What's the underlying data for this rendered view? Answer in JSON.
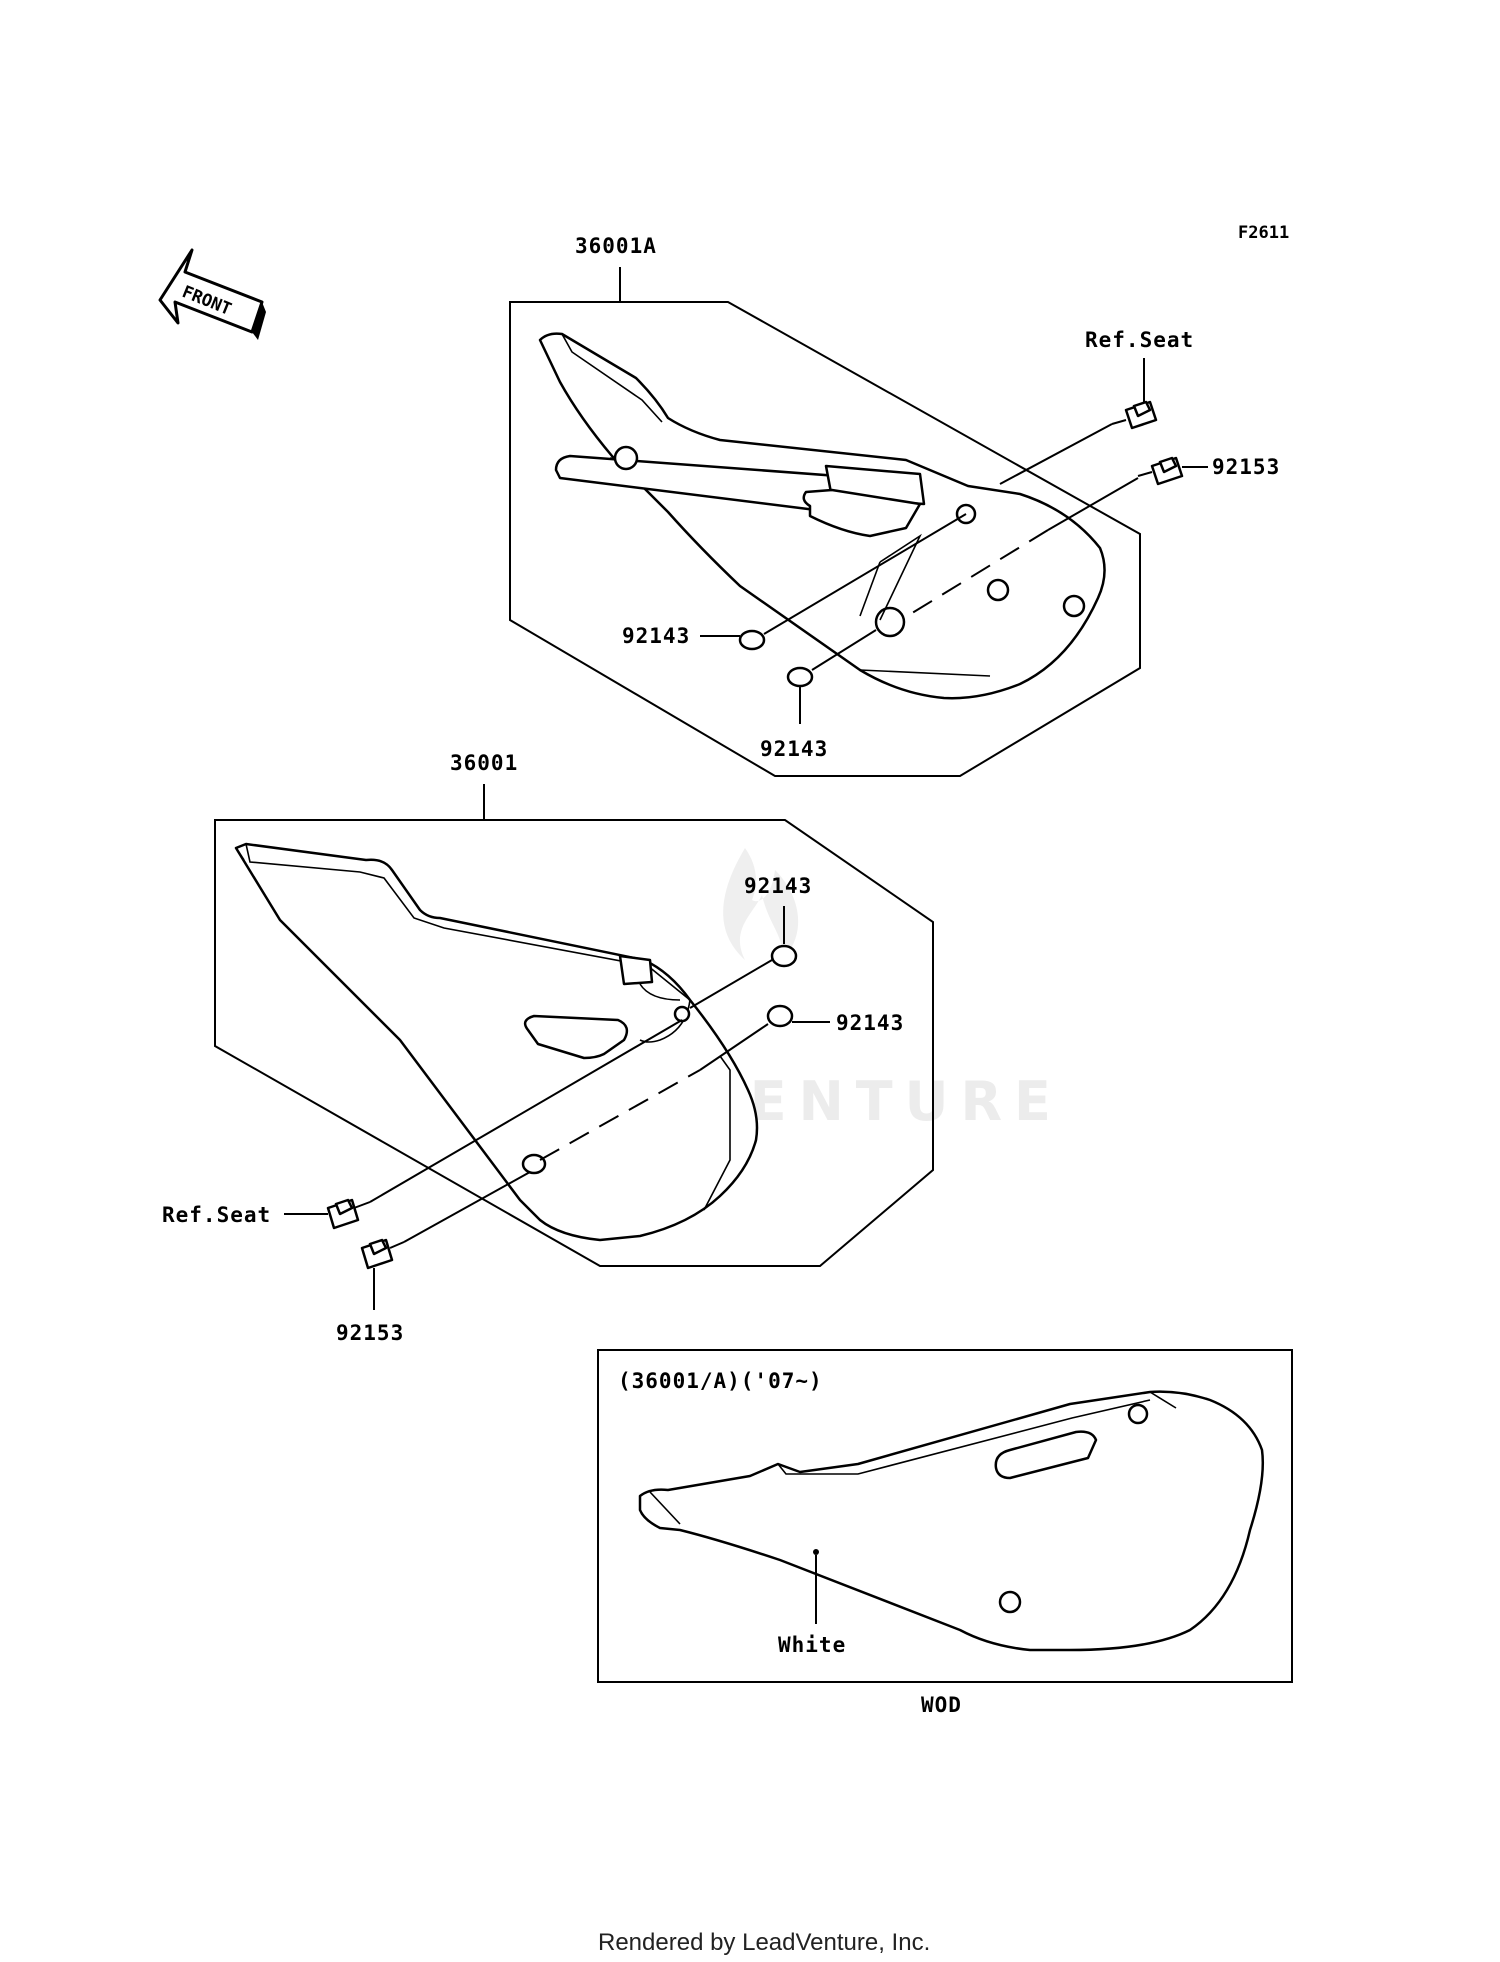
{
  "diagram": {
    "figure_code": "F2611",
    "front_label": "FRONT",
    "footer": "Rendered by LeadVenture, Inc.",
    "watermark": "LEADVENTURE",
    "upper_assembly": {
      "part_no": "36001A",
      "ref_seat": "Ref.Seat",
      "bolt": "92153",
      "washer_a": "92143",
      "washer_b": "92143"
    },
    "lower_assembly": {
      "part_no": "36001",
      "washer_a": "92143",
      "washer_b": "92143",
      "ref_seat": "Ref.Seat",
      "bolt": "92153"
    },
    "inset": {
      "title": "(36001/A)('07~)",
      "color_label": "White",
      "model_code": "WOD"
    }
  }
}
